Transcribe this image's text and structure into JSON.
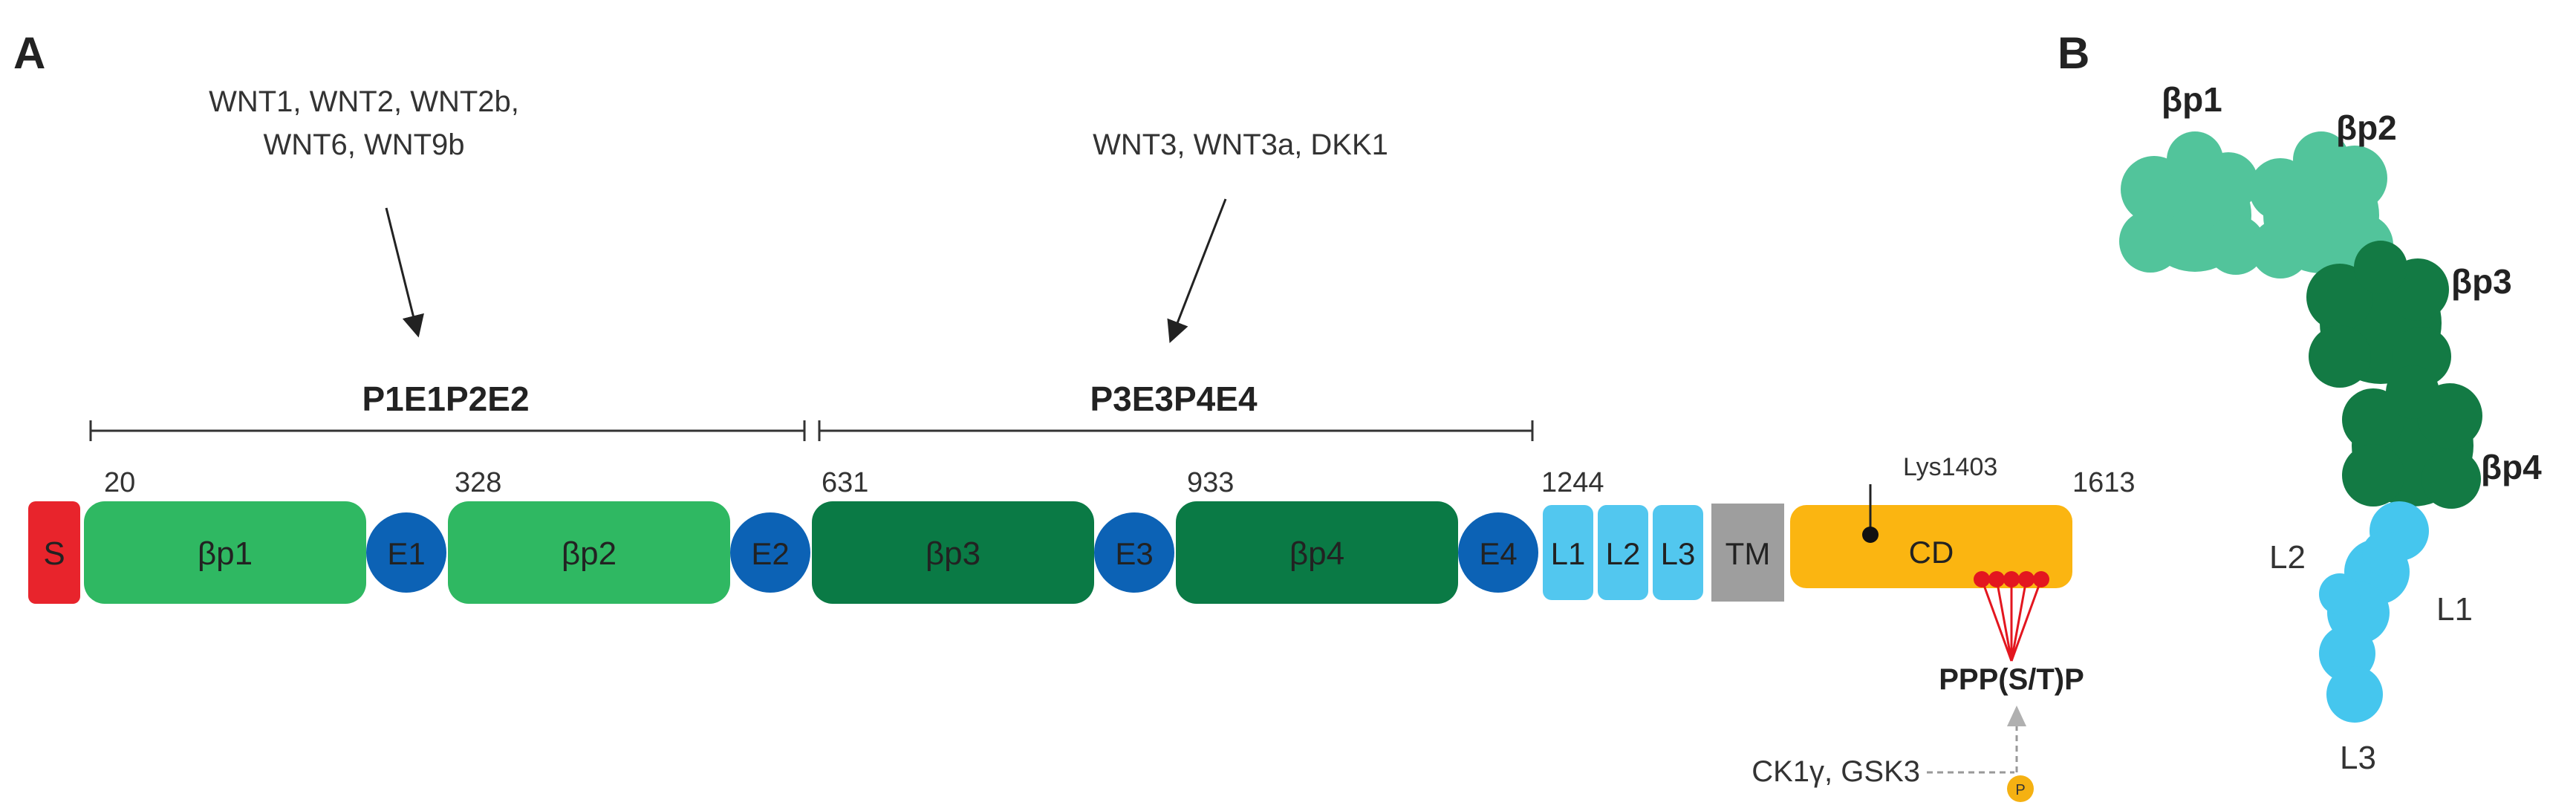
{
  "panel_a": {
    "label": "A",
    "ligands_1_line1": "WNT1, WNT2, WNT2b,",
    "ligands_1_line2": "WNT6, WNT9b",
    "ligands_2": "WNT3, WNT3a, DKK1",
    "region_1": "P1E1P2E2",
    "region_2": "P3E3P4E4",
    "positions": {
      "p20": "20",
      "p328": "328",
      "p631": "631",
      "p933": "933",
      "p1244": "1244",
      "p1613": "1613"
    },
    "domains": {
      "s": "S",
      "bp1": "βp1",
      "e1": "E1",
      "bp2": "βp2",
      "e2": "E2",
      "bp3": "βp3",
      "e3": "E3",
      "bp4": "βp4",
      "e4": "E4",
      "l1": "L1",
      "l2": "L2",
      "l3": "L3",
      "tm": "TM",
      "cd": "CD"
    },
    "lys_site": "Lys1403",
    "motif": "PPP(S/T)P",
    "kinases": "CK1γ, GSK3",
    "phospho": "P",
    "colors": {
      "signal": "#e8242c",
      "beta_light": "#2fb862",
      "beta_dark": "#0a7a45",
      "egf": "#0c62b5",
      "ldl": "#52c7ef",
      "tm": "#9e9e9e",
      "cd": "#fbb511",
      "motif": "#e3161f"
    }
  },
  "panel_b": {
    "label": "B",
    "bp1": "βp1",
    "bp2": "βp2",
    "bp3": "βp3",
    "bp4": "βp4",
    "l1": "L1",
    "l2": "L2",
    "l3": "L3",
    "colors": {
      "light_blob": "#52c49b",
      "dark_blob": "#137a44",
      "ldl_blob": "#45c6ee"
    }
  }
}
